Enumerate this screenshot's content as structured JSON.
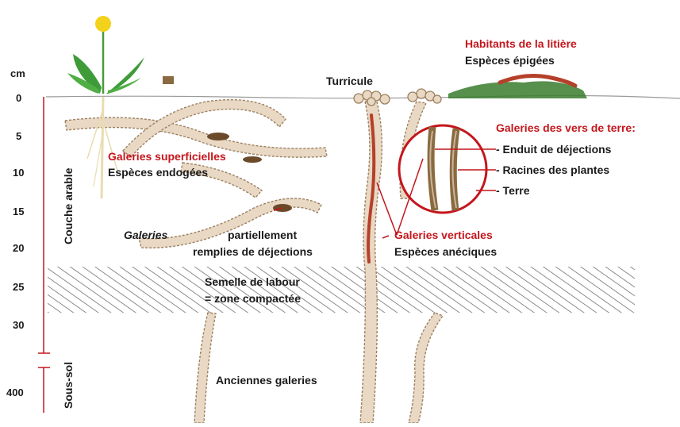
{
  "scale": {
    "unit": "cm",
    "ticks": [
      "0",
      "5",
      "10",
      "15",
      "20",
      "25",
      "30",
      "400"
    ]
  },
  "zones": {
    "topsoil": "Couche arable",
    "subsoil": "Sous-sol"
  },
  "labels": {
    "litter_title": "Habitants de la litière",
    "litter_sub": "Espèces épigées",
    "turricule": "Turricule",
    "superficial_title": "Galeries superficielles",
    "superficial_sub": "Espèces endogées",
    "galeries": "Galeries",
    "partially_line1": "partiellement",
    "partially_line2": "remplies de déjections",
    "worm_galleries_title": "Galeries des vers de terre:",
    "legend_coating": "- Enduit de déjections",
    "legend_roots": "- Racines des plantes",
    "legend_soil": "- Terre",
    "vertical_title": "Galeries verticales",
    "vertical_sub": "Espèces anéciques",
    "plough_line1": "Semelle de labour",
    "plough_line2": "= zone compactée",
    "old_galleries": "Anciennes galeries"
  },
  "colors": {
    "label_red": "#c4161c",
    "gallery_fill": "#e8d8c4",
    "gallery_edge": "#9c8060",
    "worm_red": "#b5402a",
    "plant_green": "#3f9b3a",
    "flower_yellow": "#f2d21b",
    "hatch": "#707070"
  }
}
